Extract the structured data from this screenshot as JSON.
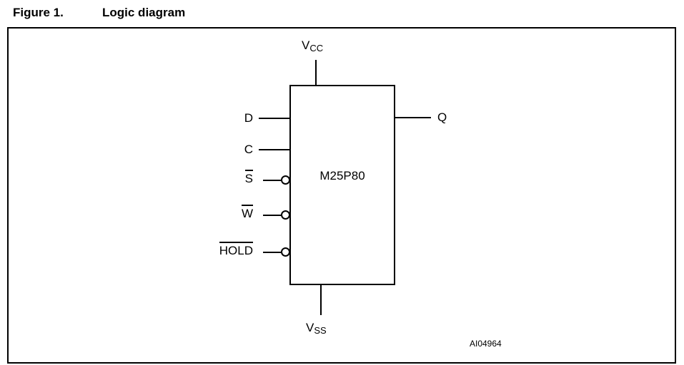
{
  "figure": {
    "label": "Figure 1.",
    "title": "Logic diagram"
  },
  "diagram": {
    "chip": "M25P80",
    "power": {
      "vcc": {
        "base": "V",
        "sub": "CC"
      },
      "vss": {
        "base": "V",
        "sub": "SS"
      }
    },
    "inputs": [
      {
        "label": "D",
        "overline": false,
        "bubble": false
      },
      {
        "label": "C",
        "overline": false,
        "bubble": false
      },
      {
        "label": "S",
        "overline": true,
        "bubble": true
      },
      {
        "label": "W",
        "overline": true,
        "bubble": true
      },
      {
        "label": "HOLD",
        "overline": true,
        "bubble": true
      }
    ],
    "outputs": [
      {
        "label": "Q"
      }
    ],
    "note": "AI04964"
  }
}
